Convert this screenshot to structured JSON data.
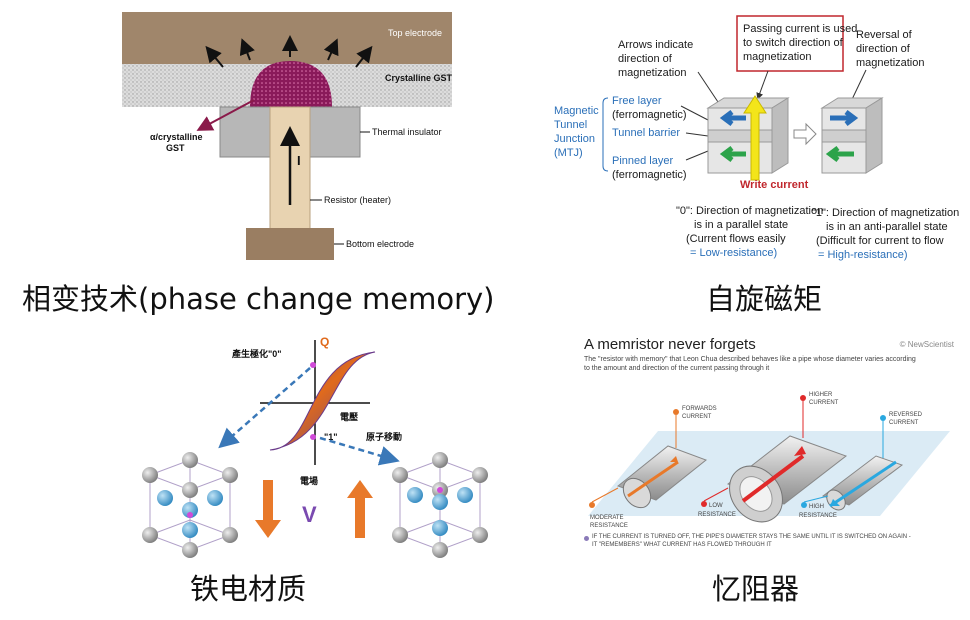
{
  "pcm": {
    "top_electrode": "Top electrode",
    "crystalline": "Crystalline GST",
    "amorphous_line1": "α/crystalline",
    "amorphous_line2": "GST",
    "thermal": "Thermal insulator",
    "resistor": "Resistor (heater)",
    "bottom": "Bottom electrode",
    "current": "I",
    "caption": "相变技术(phase change memory)"
  },
  "mtj": {
    "arrows_note": [
      "Arrows indicate",
      "direction of",
      "magnetization"
    ],
    "passing_note": [
      "Passing current is used",
      "to switch direction of",
      "magnetization"
    ],
    "reversal_note": [
      "Reversal of",
      "direction of",
      "magnetization"
    ],
    "mtj_label": [
      "Magnetic",
      "Tunnel",
      "Junction",
      "(MTJ)"
    ],
    "free_layer": "Free layer",
    "free_sub": "(ferromagnetic)",
    "tunnel": "Tunnel barrier",
    "pinned": "Pinned layer",
    "pinned_sub": "(ferromagnetic)",
    "write_current": "Write current",
    "zero_lines": [
      "\"0\": Direction of magnetization",
      "is in a parallel state",
      "(Current flows easily",
      "= Low-resistance)"
    ],
    "one_lines": [
      "\"1\": Direction of magnetization",
      "is in an anti-parallel state",
      "(Difficult for current to flow",
      "= High-resistance)"
    ],
    "caption": "自旋磁矩",
    "colors": {
      "blue": "#2a6fb8",
      "green": "#2ca34a",
      "yellow": "#f3e51a",
      "red": "#c0272d"
    }
  },
  "ferro": {
    "zero_label": "產生極化\"0\"",
    "q": "Q",
    "field": "電壓",
    "one_label": "\"1\"",
    "atom_move": "原子移動",
    "field2": "電場",
    "v": "V",
    "caption": "铁电材质"
  },
  "memristor": {
    "title": "A memristor never forgets",
    "brand": "© NewScientist",
    "subtitle1": "The \"resistor with memory\" that Leon Chua described behaves like a pipe whose diameter varies according",
    "subtitle2": "to the amount and direction of the current passing through it",
    "forwards": [
      "FORWARDS",
      "CURRENT"
    ],
    "higher": [
      "HIGHER",
      "CURRENT"
    ],
    "reversed": [
      "REVERSED",
      "CURRENT"
    ],
    "moderate": [
      "MODERATE",
      "RESISTANCE"
    ],
    "low": [
      "LOW",
      "RESISTANCE"
    ],
    "high": [
      "HIGH",
      "RESISTANCE"
    ],
    "footer1": "IF THE CURRENT IS TURNED OFF, THE PIPE'S DIAMETER STAYS THE SAME UNTIL IT IS SWITCHED ON AGAIN -",
    "footer2": "IT \"REMEMBERS\" WHAT CURRENT HAS FLOWED THROUGH IT",
    "caption": "忆阻器"
  }
}
